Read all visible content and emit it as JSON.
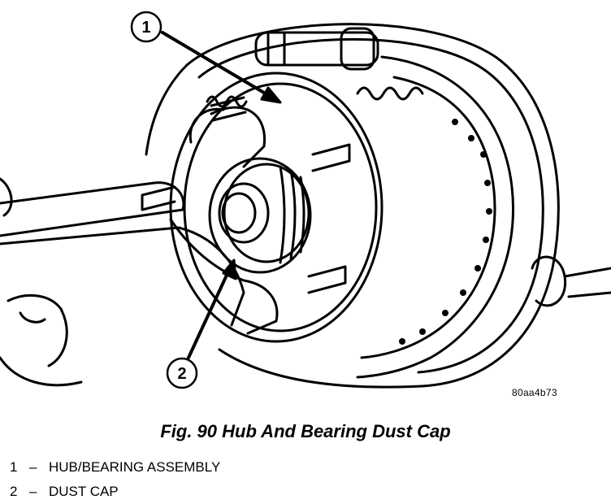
{
  "figure": {
    "image_code": "80aa4b73",
    "caption": "Fig. 90 Hub And Bearing Dust Cap",
    "callouts": [
      {
        "number": "1",
        "label": "HUB/BEARING ASSEMBLY"
      },
      {
        "number": "2",
        "label": "DUST CAP"
      }
    ],
    "separator": "–"
  }
}
